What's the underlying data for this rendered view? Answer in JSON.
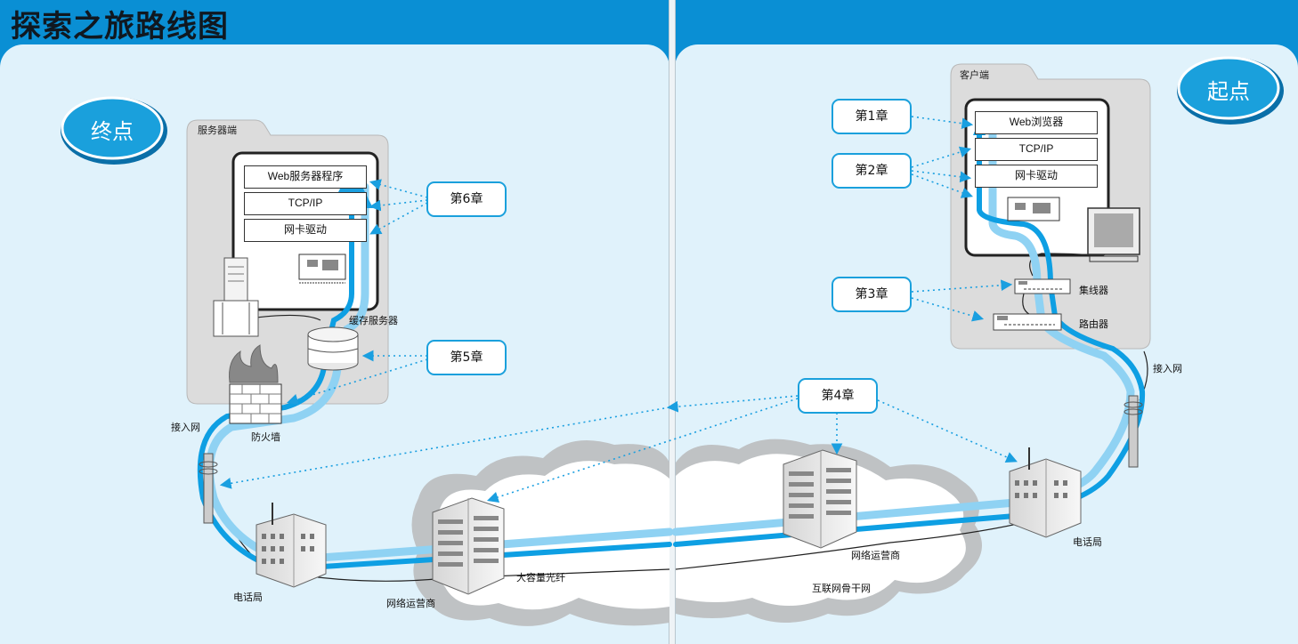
{
  "title": "探索之旅路线图",
  "badges": {
    "end": "终点",
    "start": "起点"
  },
  "server_side": {
    "label": "服务器端",
    "layers": [
      "Web服务器程序",
      "TCP/IP",
      "网卡驱动"
    ]
  },
  "client_side": {
    "label": "客户端",
    "layers": [
      "Web浏览器",
      "TCP/IP",
      "网卡驱动"
    ]
  },
  "chapters": [
    "第1章",
    "第2章",
    "第3章",
    "第4章",
    "第5章",
    "第6章"
  ],
  "devices": {
    "cache_server": "缓存服务器",
    "firewall": "防火墙",
    "access_net_left": "接入网",
    "access_net_right": "接入网",
    "hub": "集线器",
    "router": "路由器",
    "telecom_left": "电话局",
    "telecom_right": "电话局",
    "isp_left": "网络运营商",
    "isp_right": "网络运营商",
    "fiber": "大容量光纤",
    "backbone": "互联网骨干网"
  },
  "colors": {
    "header": "#0a8fd4",
    "panel": "#e0f2fb",
    "route_dark": "#0e9fe3",
    "route_light": "#8fd2f3",
    "chapter_border": "#1aa0dc"
  }
}
